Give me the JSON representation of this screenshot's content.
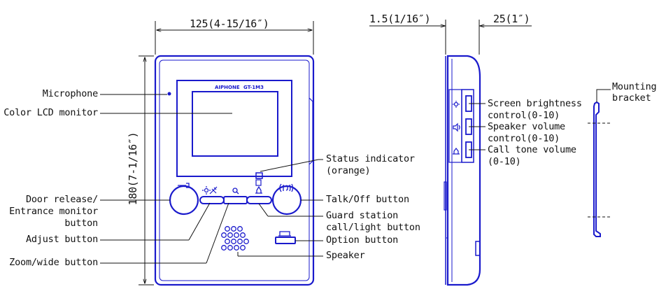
{
  "dimensions": {
    "width_front": "125(4-15/16″)",
    "height_front": "180(7-1/16″)",
    "bracket_thickness": "1.5(1/16″)",
    "depth_side": "25(1″)"
  },
  "brand": {
    "logo": "AIPHONE",
    "model": "GT-1M3"
  },
  "callouts_left": {
    "microphone": "Microphone",
    "lcd": "Color LCD monitor",
    "door_release_1": "Door release/",
    "door_release_2": "Entrance monitor",
    "door_release_3": "button",
    "adjust": "Adjust button",
    "zoom": "Zoom/wide button"
  },
  "callouts_right": {
    "status_1": "Status indicator",
    "status_2": "(orange)",
    "talk": "Talk/Off button",
    "guard_1": "Guard station",
    "guard_2": "call/light button",
    "option": "Option button",
    "speaker": "Speaker"
  },
  "callouts_side": {
    "brightness_1": "Screen brightness",
    "brightness_2": "control(0-10)",
    "speaker_vol_1": "Speaker volume",
    "speaker_vol_2": "control(0-10)",
    "call_tone_1": "Call tone volume",
    "call_tone_2": "(0-10)"
  },
  "callouts_bracket": {
    "bracket_1": "Mounting",
    "bracket_2": "bracket"
  },
  "colors": {
    "device_outline": "#1a1acc",
    "leader": "#111111"
  }
}
